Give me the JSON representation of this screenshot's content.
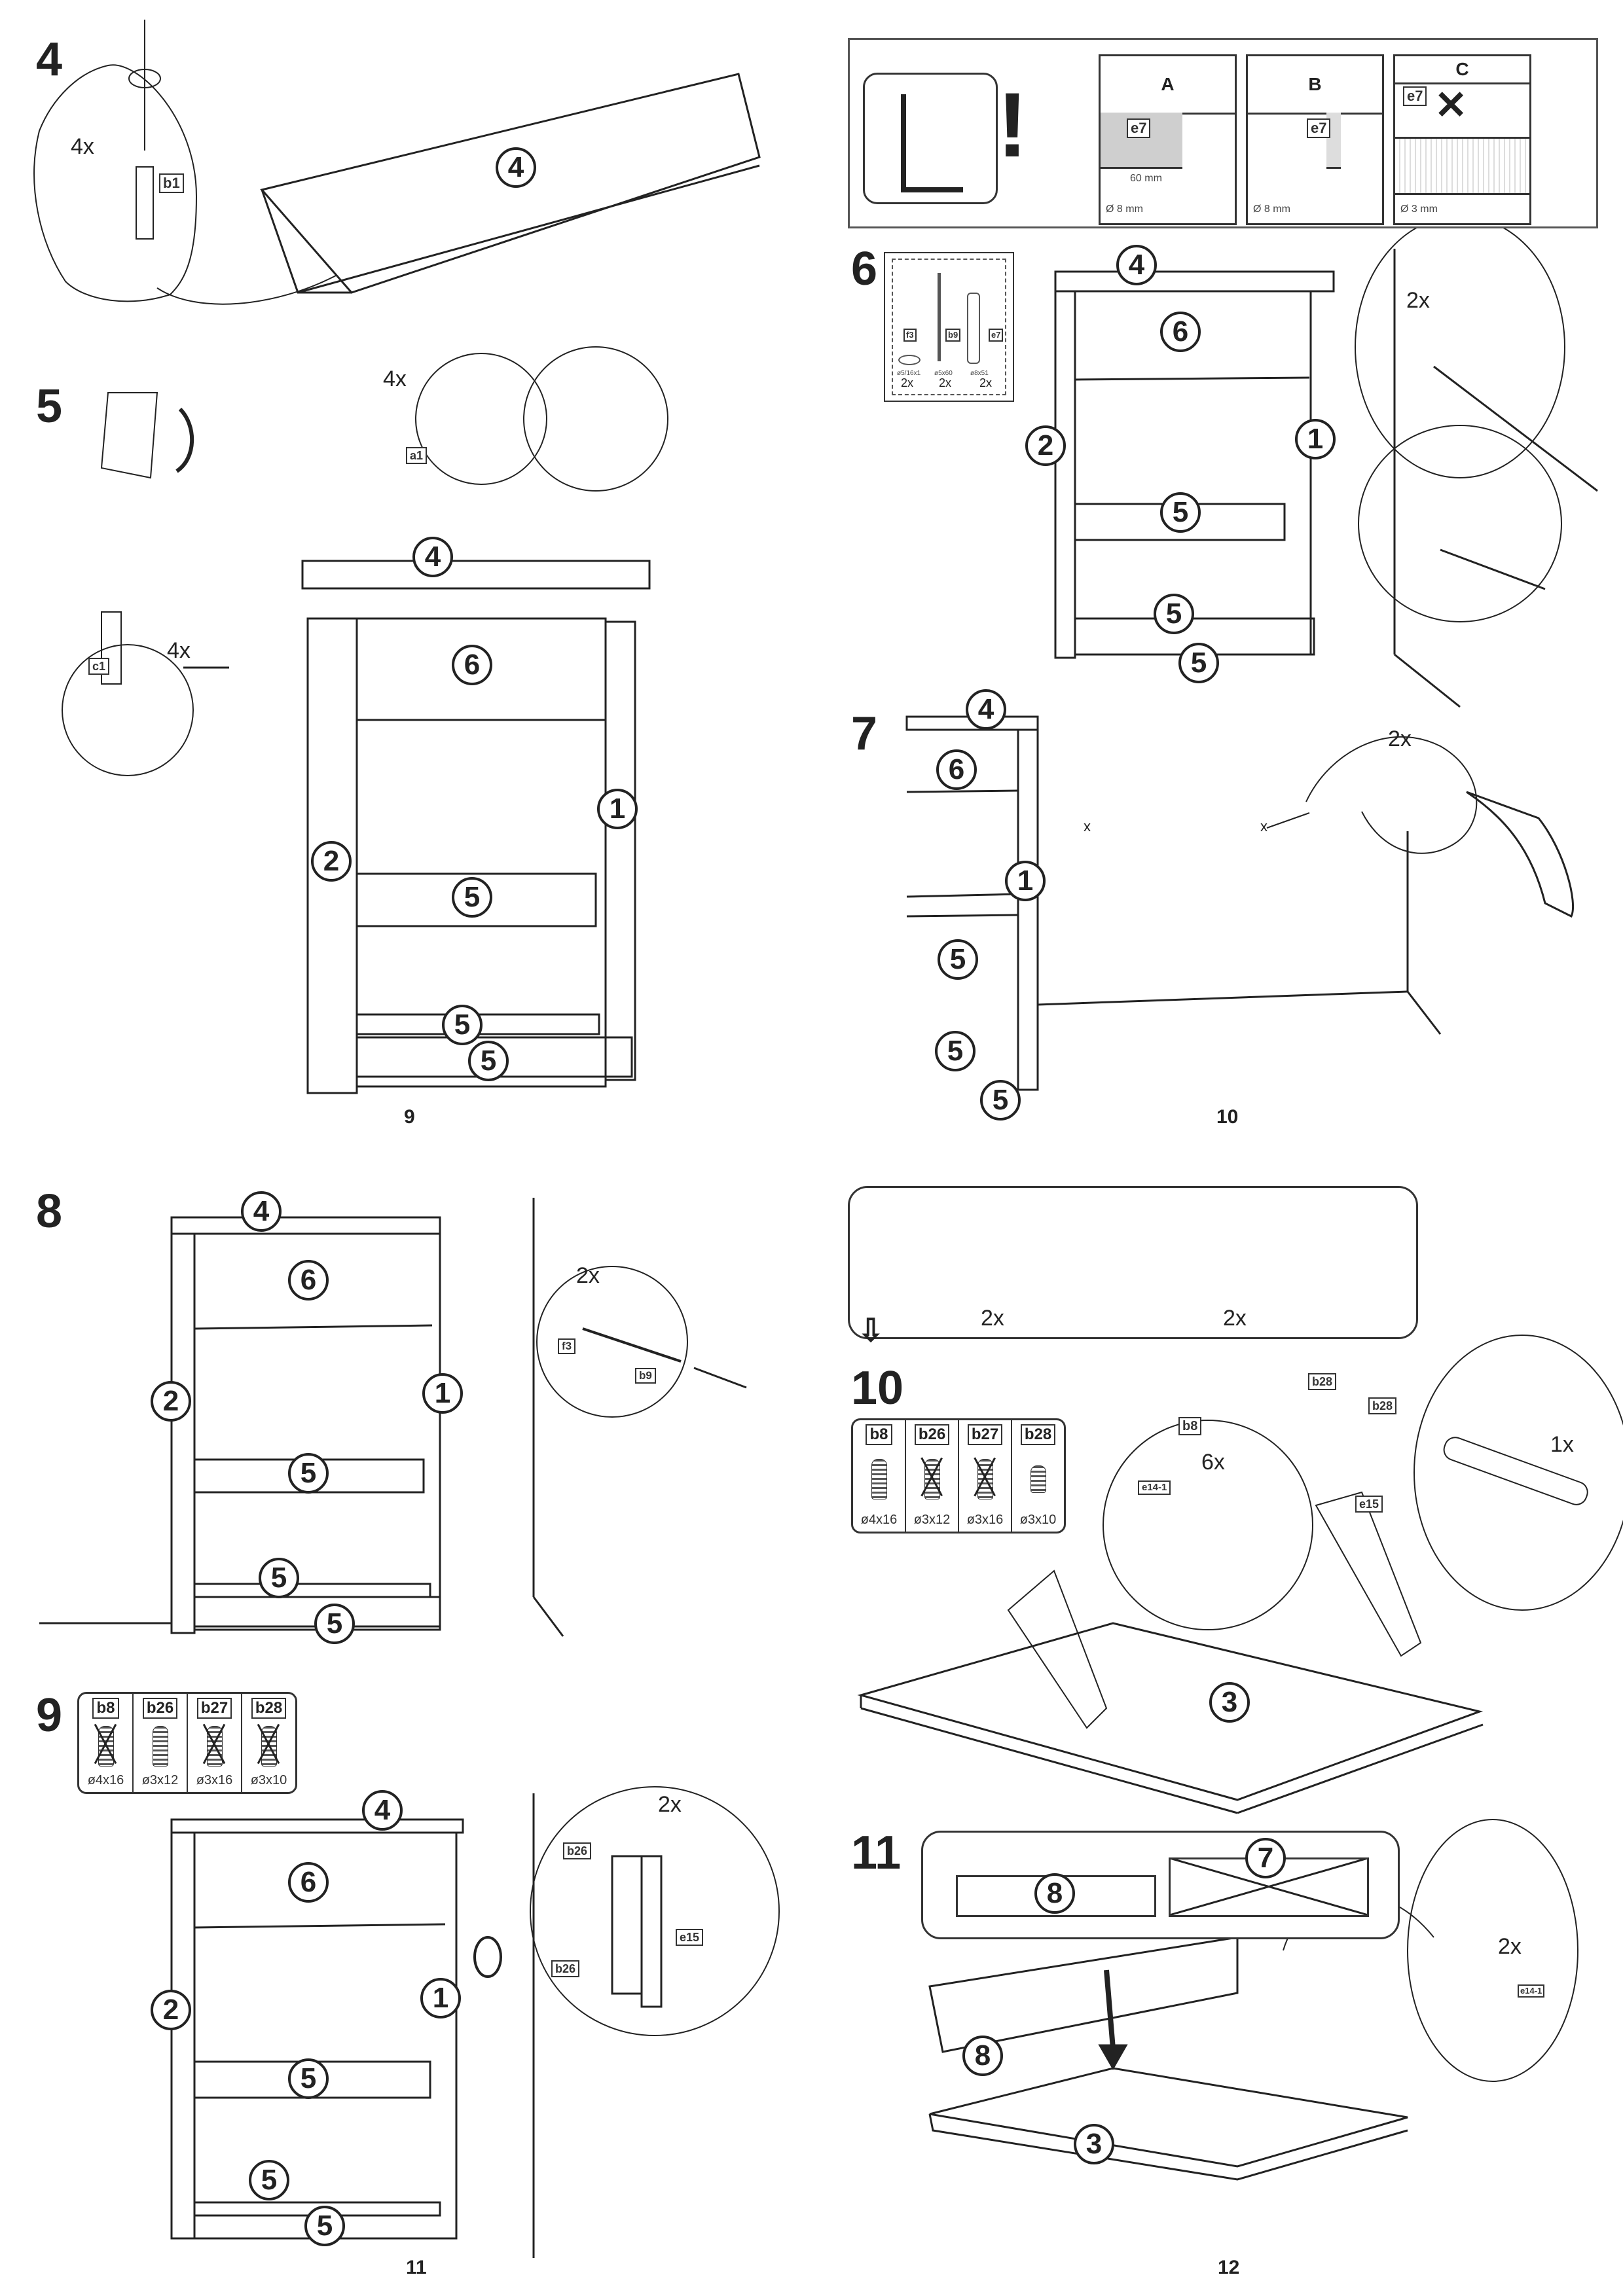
{
  "pages": [
    {
      "number": "9"
    },
    {
      "number": "10"
    },
    {
      "number": "11"
    },
    {
      "number": "12"
    }
  ],
  "wall_info": {
    "columns": [
      {
        "label": "A",
        "tag": "e7",
        "dimension": "60 mm",
        "drill": "Ø 8 mm",
        "crossed": false
      },
      {
        "label": "B",
        "tag": "e7",
        "drill": "Ø 8 mm",
        "crossed": false
      },
      {
        "label": "C",
        "tag": "e7",
        "drill": "Ø 3 mm",
        "crossed": true
      }
    ]
  },
  "steps": [
    {
      "number": "4",
      "qty": "4x",
      "tag": "b1",
      "parts": [
        "4"
      ]
    },
    {
      "number": "5",
      "qty_a": "4x",
      "tag_a": "a1",
      "qty_b": "4x",
      "tag_b": "c1",
      "parts": [
        "4",
        "6",
        "2",
        "1",
        "5",
        "5",
        "5"
      ]
    },
    {
      "number": "6",
      "hardware": [
        {
          "tag": "f3",
          "size": "ø5/16x1",
          "qty": "2x"
        },
        {
          "tag": "b9",
          "size": "ø5x60",
          "qty": "2x"
        },
        {
          "tag": "e7",
          "size": "ø8x51",
          "qty": "2x"
        }
      ],
      "qty": "2x",
      "parts": [
        "4",
        "6",
        "2",
        "1",
        "5",
        "5",
        "5"
      ]
    },
    {
      "number": "7",
      "qty": "2x",
      "mark": "x",
      "parts": [
        "4",
        "6",
        "1",
        "5",
        "5",
        "5"
      ]
    },
    {
      "number": "8",
      "qty": "2x",
      "tag_a": "f3",
      "tag_b": "b9",
      "parts": [
        "4",
        "6",
        "2",
        "1",
        "5",
        "5",
        "5"
      ]
    },
    {
      "number": "9",
      "hardware": [
        {
          "tag": "b8",
          "size": "ø4x16",
          "crossed": true
        },
        {
          "tag": "b26",
          "size": "ø3x12",
          "crossed": false
        },
        {
          "tag": "b27",
          "size": "ø3x16",
          "crossed": true
        },
        {
          "tag": "b28",
          "size": "ø3x10",
          "crossed": true
        }
      ],
      "qty": "2x",
      "tag_screw": "b26",
      "tag_latch": "e15",
      "parts": [
        "4",
        "6",
        "2",
        "1",
        "5",
        "5",
        "5"
      ]
    },
    {
      "number": "10",
      "preview_qty": [
        "2x",
        "2x"
      ],
      "hardware": [
        {
          "tag": "b8",
          "size": "ø4x16",
          "crossed": false
        },
        {
          "tag": "b26",
          "size": "ø3x12",
          "crossed": true
        },
        {
          "tag": "b27",
          "size": "ø3x16",
          "crossed": true
        },
        {
          "tag": "b28",
          "size": "ø3x10",
          "crossed": false
        }
      ],
      "tag_screw": "b8",
      "qty_a": "6x",
      "tag_rail": "e14-1",
      "tag_plate_screw": "b28",
      "tag_plate": "e15",
      "qty_b": "1x",
      "parts": [
        "3"
      ]
    },
    {
      "number": "11",
      "options": [
        {
          "part": "8",
          "crossed": false
        },
        {
          "part": "7",
          "crossed": true
        }
      ],
      "qty": "2x",
      "tag_rail": "e14-1",
      "parts": [
        "8",
        "3"
      ]
    }
  ]
}
